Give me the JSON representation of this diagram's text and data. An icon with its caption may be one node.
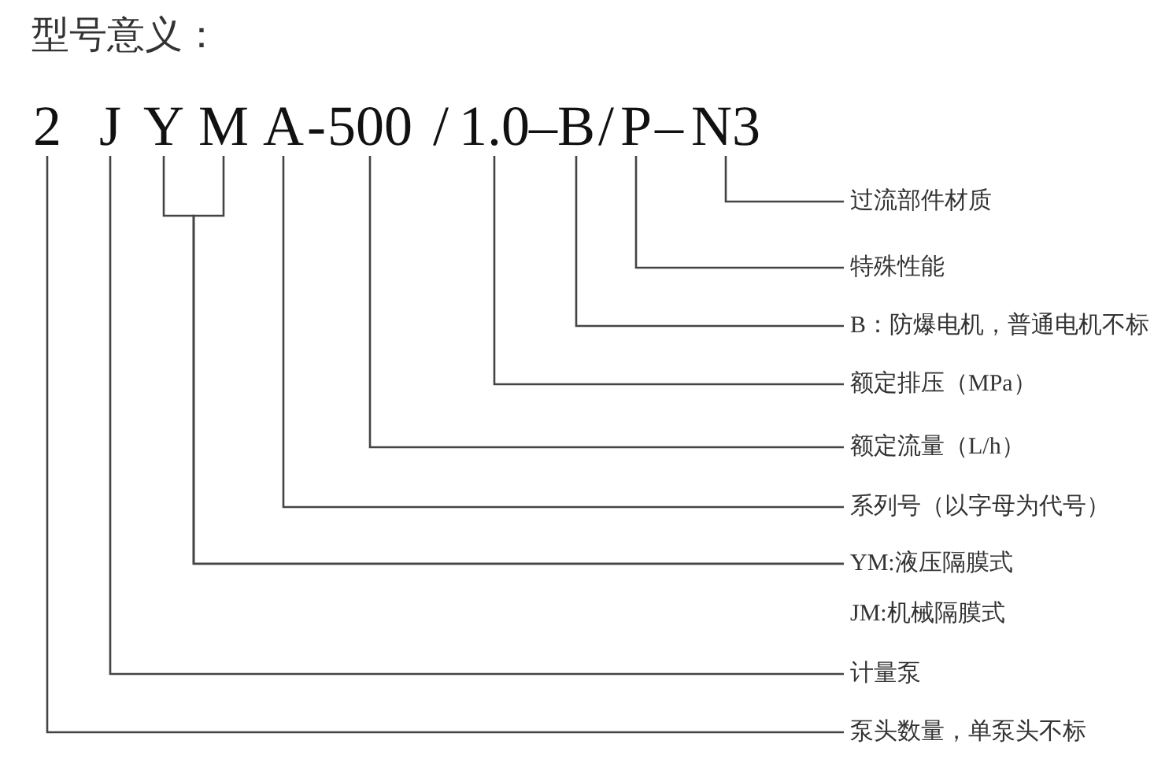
{
  "diagram": {
    "title": "型号意义：",
    "nodes": [
      {
        "text": [
          "2"
        ]
      },
      {
        "text": [
          "J"
        ]
      },
      {
        "text": [
          "Y"
        ]
      },
      {
        "text": [
          "M"
        ]
      },
      {
        "text": [
          "A"
        ]
      },
      {
        "text": [
          "500"
        ]
      },
      {
        "text": [
          "1.0"
        ]
      },
      {
        "text": [
          "B"
        ]
      },
      {
        "text": [
          "P"
        ]
      },
      {
        "text": [
          "N3"
        ]
      },
      {
        "text": [
          "过流部件材质"
        ]
      },
      {
        "text": [
          "特殊性能"
        ]
      },
      {
        "text": [
          "B：防爆电机，普通电机不标"
        ]
      },
      {
        "text": [
          "额定排压（MPa）"
        ]
      },
      {
        "text": [
          "额定流量（L/h）"
        ]
      },
      {
        "text": [
          "系列号（以字母为代号）"
        ]
      },
      {
        "text": [
          "YM:液压隔膜式",
          "JM:机械隔膜式"
        ]
      },
      {
        "text": [
          "计量泵"
        ]
      },
      {
        "text": [
          "泵头数量，单泵头不标"
        ]
      }
    ],
    "edges": [
      {
        "from": 10,
        "to": 9,
        "arrow": "none"
      },
      {
        "from": 11,
        "to": 8,
        "arrow": "none"
      },
      {
        "from": 12,
        "to": 7,
        "arrow": "none"
      },
      {
        "from": 13,
        "to": 6,
        "arrow": "none"
      },
      {
        "from": 14,
        "to": 5,
        "arrow": "none"
      },
      {
        "from": 15,
        "to": 4,
        "arrow": "none"
      },
      {
        "from": 16,
        "to": 2,
        "arrow": "none"
      },
      {
        "from": 16,
        "to": 3,
        "arrow": "none"
      },
      {
        "from": 17,
        "to": 1,
        "arrow": "none"
      },
      {
        "from": 18,
        "to": 0,
        "arrow": "none"
      }
    ],
    "labels": [
      "-",
      "/",
      "–",
      "/",
      "–"
    ]
  }
}
